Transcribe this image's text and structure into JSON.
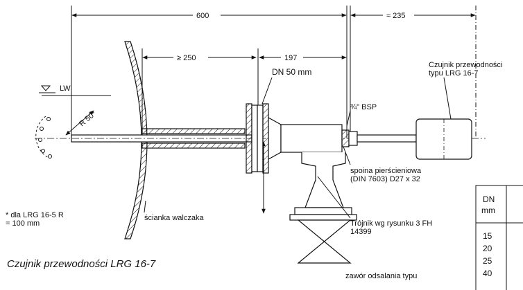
{
  "dimensions": {
    "total": "600",
    "right": "≈ 235",
    "insertion": "≥ 250",
    "tee": "197",
    "radius": "R 50*"
  },
  "labels": {
    "lw": "LW",
    "dn": "DN 50 mm",
    "bsp": "¾\" BSP",
    "sensor_line1": "Czujnik przewodności",
    "sensor_line2": "typu LRG 16-7",
    "weld_line1": "spoina pierścieniowa",
    "weld_line2": "(DIN 7603) D27 x 32",
    "tee_line1": "Trójnik wg rysunku 3 FH",
    "tee_line2": "14399",
    "valve_line1": "zawór odsalania typu",
    "note_line1": "* dla LRG 16-5 R",
    "note_line2": "= 100 mm",
    "wall": "ścianka walczaka"
  },
  "caption": "Czujnik przewodności LRG 16-7",
  "table": {
    "header": [
      "DN",
      "mm"
    ],
    "rows": [
      "15",
      "20",
      "25",
      "40"
    ]
  }
}
